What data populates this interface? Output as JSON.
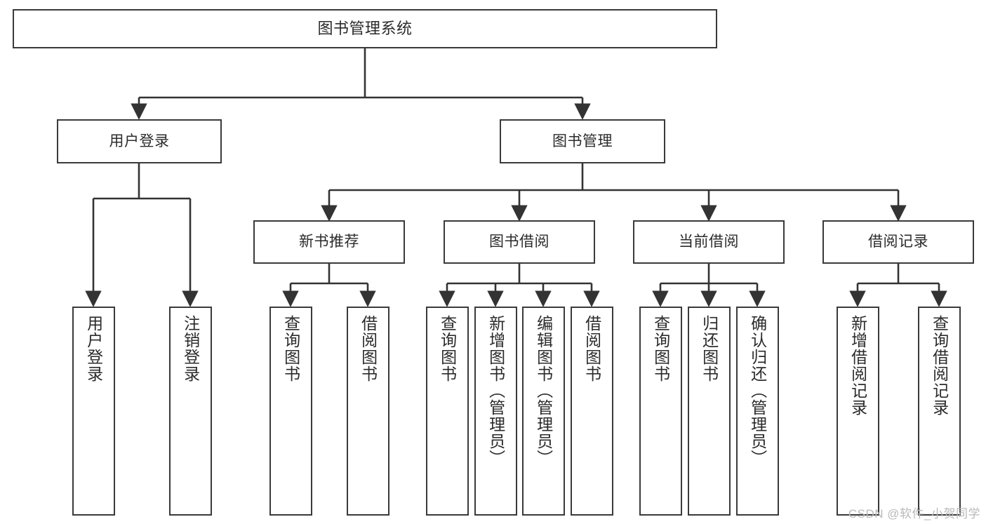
{
  "diagram": {
    "title": "图书管理系统",
    "type": "hierarchy-tree",
    "levels": 4,
    "colors": {
      "node_border": "#3a3a3a",
      "node_fill": "#ffffff",
      "connector": "#333333",
      "text": "#2b2b2b",
      "watermark": "#b9b9b9",
      "background": "#ffffff"
    },
    "nodes": {
      "root": {
        "label": "图书管理系统",
        "orientation": "horizontal"
      },
      "level2": [
        {
          "label": "用户登录",
          "orientation": "horizontal"
        },
        {
          "label": "图书管理",
          "orientation": "horizontal"
        }
      ],
      "level3": [
        {
          "label": "新书推荐",
          "orientation": "horizontal"
        },
        {
          "label": "图书借阅",
          "orientation": "horizontal"
        },
        {
          "label": "当前借阅",
          "orientation": "horizontal"
        },
        {
          "label": "借阅记录",
          "orientation": "horizontal"
        }
      ],
      "leaves": {
        "user_login": [
          {
            "label": "用户登录",
            "orientation": "vertical"
          },
          {
            "label": "注销登录",
            "orientation": "vertical"
          }
        ],
        "new_book_recommend": [
          {
            "label": "查询图书",
            "orientation": "vertical"
          },
          {
            "label": "借阅图书",
            "orientation": "vertical"
          }
        ],
        "book_borrow": [
          {
            "label": "查询图书",
            "orientation": "vertical"
          },
          {
            "label": "新增图书（管理员）",
            "orientation": "vertical"
          },
          {
            "label": "编辑图书（管理员）",
            "orientation": "vertical"
          },
          {
            "label": "借阅图书",
            "orientation": "vertical"
          }
        ],
        "current_borrow": [
          {
            "label": "查询图书",
            "orientation": "vertical"
          },
          {
            "label": "归还图书",
            "orientation": "vertical"
          },
          {
            "label": "确认归还（管理员）",
            "orientation": "vertical"
          }
        ],
        "borrow_record": [
          {
            "label": "新增借阅记录",
            "orientation": "vertical"
          },
          {
            "label": "查询借阅记录",
            "orientation": "vertical"
          }
        ]
      }
    }
  },
  "watermark": {
    "text": "CSDN @软件_小贺同学"
  }
}
